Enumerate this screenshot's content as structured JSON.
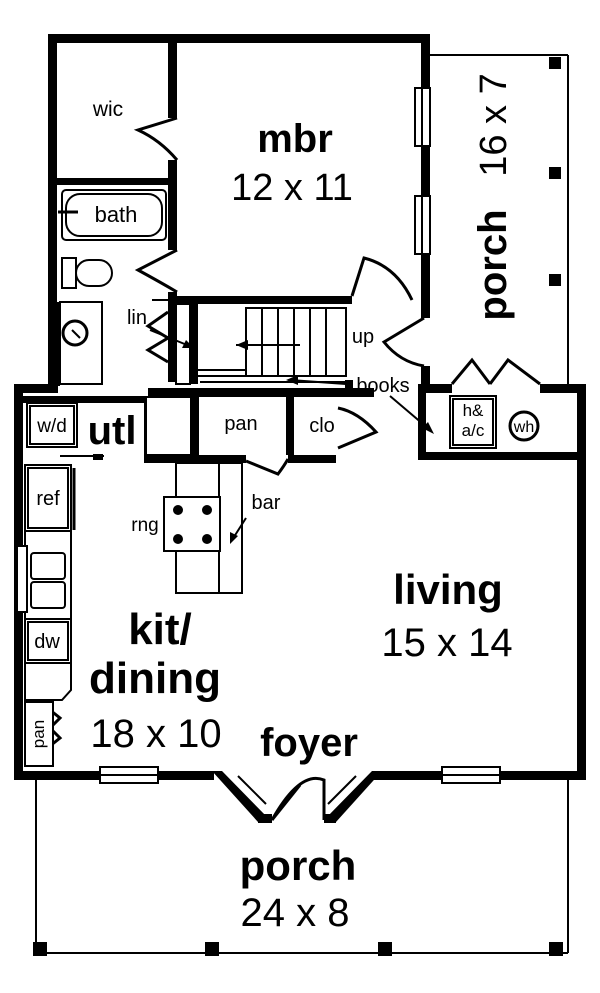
{
  "rooms": {
    "mbr": {
      "name": "mbr",
      "size": "12 x 11"
    },
    "porch_side": {
      "name": "porch",
      "size": "16 x 7"
    },
    "utl": {
      "name": "utl"
    },
    "kit": {
      "name_line1": "kit/",
      "name_line2": "dining",
      "size": "18 x 10"
    },
    "living": {
      "name": "living",
      "size": "15 x 14"
    },
    "foyer": {
      "name": "foyer"
    },
    "porch_front": {
      "name": "porch",
      "size": "24 x 8"
    }
  },
  "labels": {
    "wic": "wic",
    "bath": "bath",
    "lin": "lin",
    "up": "up",
    "books": "books",
    "wd": "w/d",
    "pan_center": "pan",
    "clo": "clo",
    "hac_line1": "h&",
    "hac_line2": "a/c",
    "wh": "wh",
    "ref": "ref",
    "rng": "rng",
    "bar": "bar",
    "dw": "dw",
    "pan_side": "pan"
  }
}
